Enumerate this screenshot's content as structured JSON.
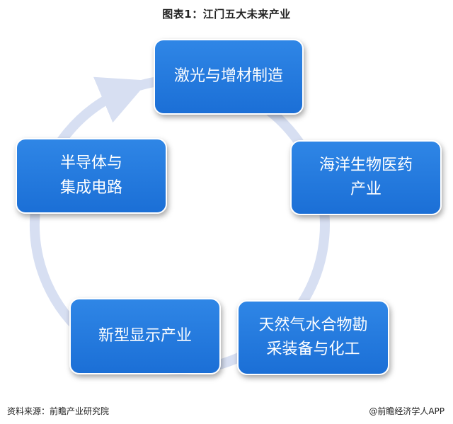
{
  "title": "图表1：江门五大未来产业",
  "nodes": [
    {
      "lines": [
        "激光与增材制造"
      ]
    },
    {
      "lines": [
        "海洋生物医药",
        "产业"
      ]
    },
    {
      "lines": [
        "天然气水合物勘",
        "采装备与化工"
      ]
    },
    {
      "lines": [
        "新型显示产业"
      ]
    },
    {
      "lines": [
        "半导体与",
        "集成电路"
      ]
    }
  ],
  "source": "资料来源：前瞻产业研究院",
  "credit": "@前瞻经济学人APP",
  "colors": {
    "node_fill": "#1f74dc",
    "ring": "#d7dff2",
    "text": "#ffffff"
  }
}
